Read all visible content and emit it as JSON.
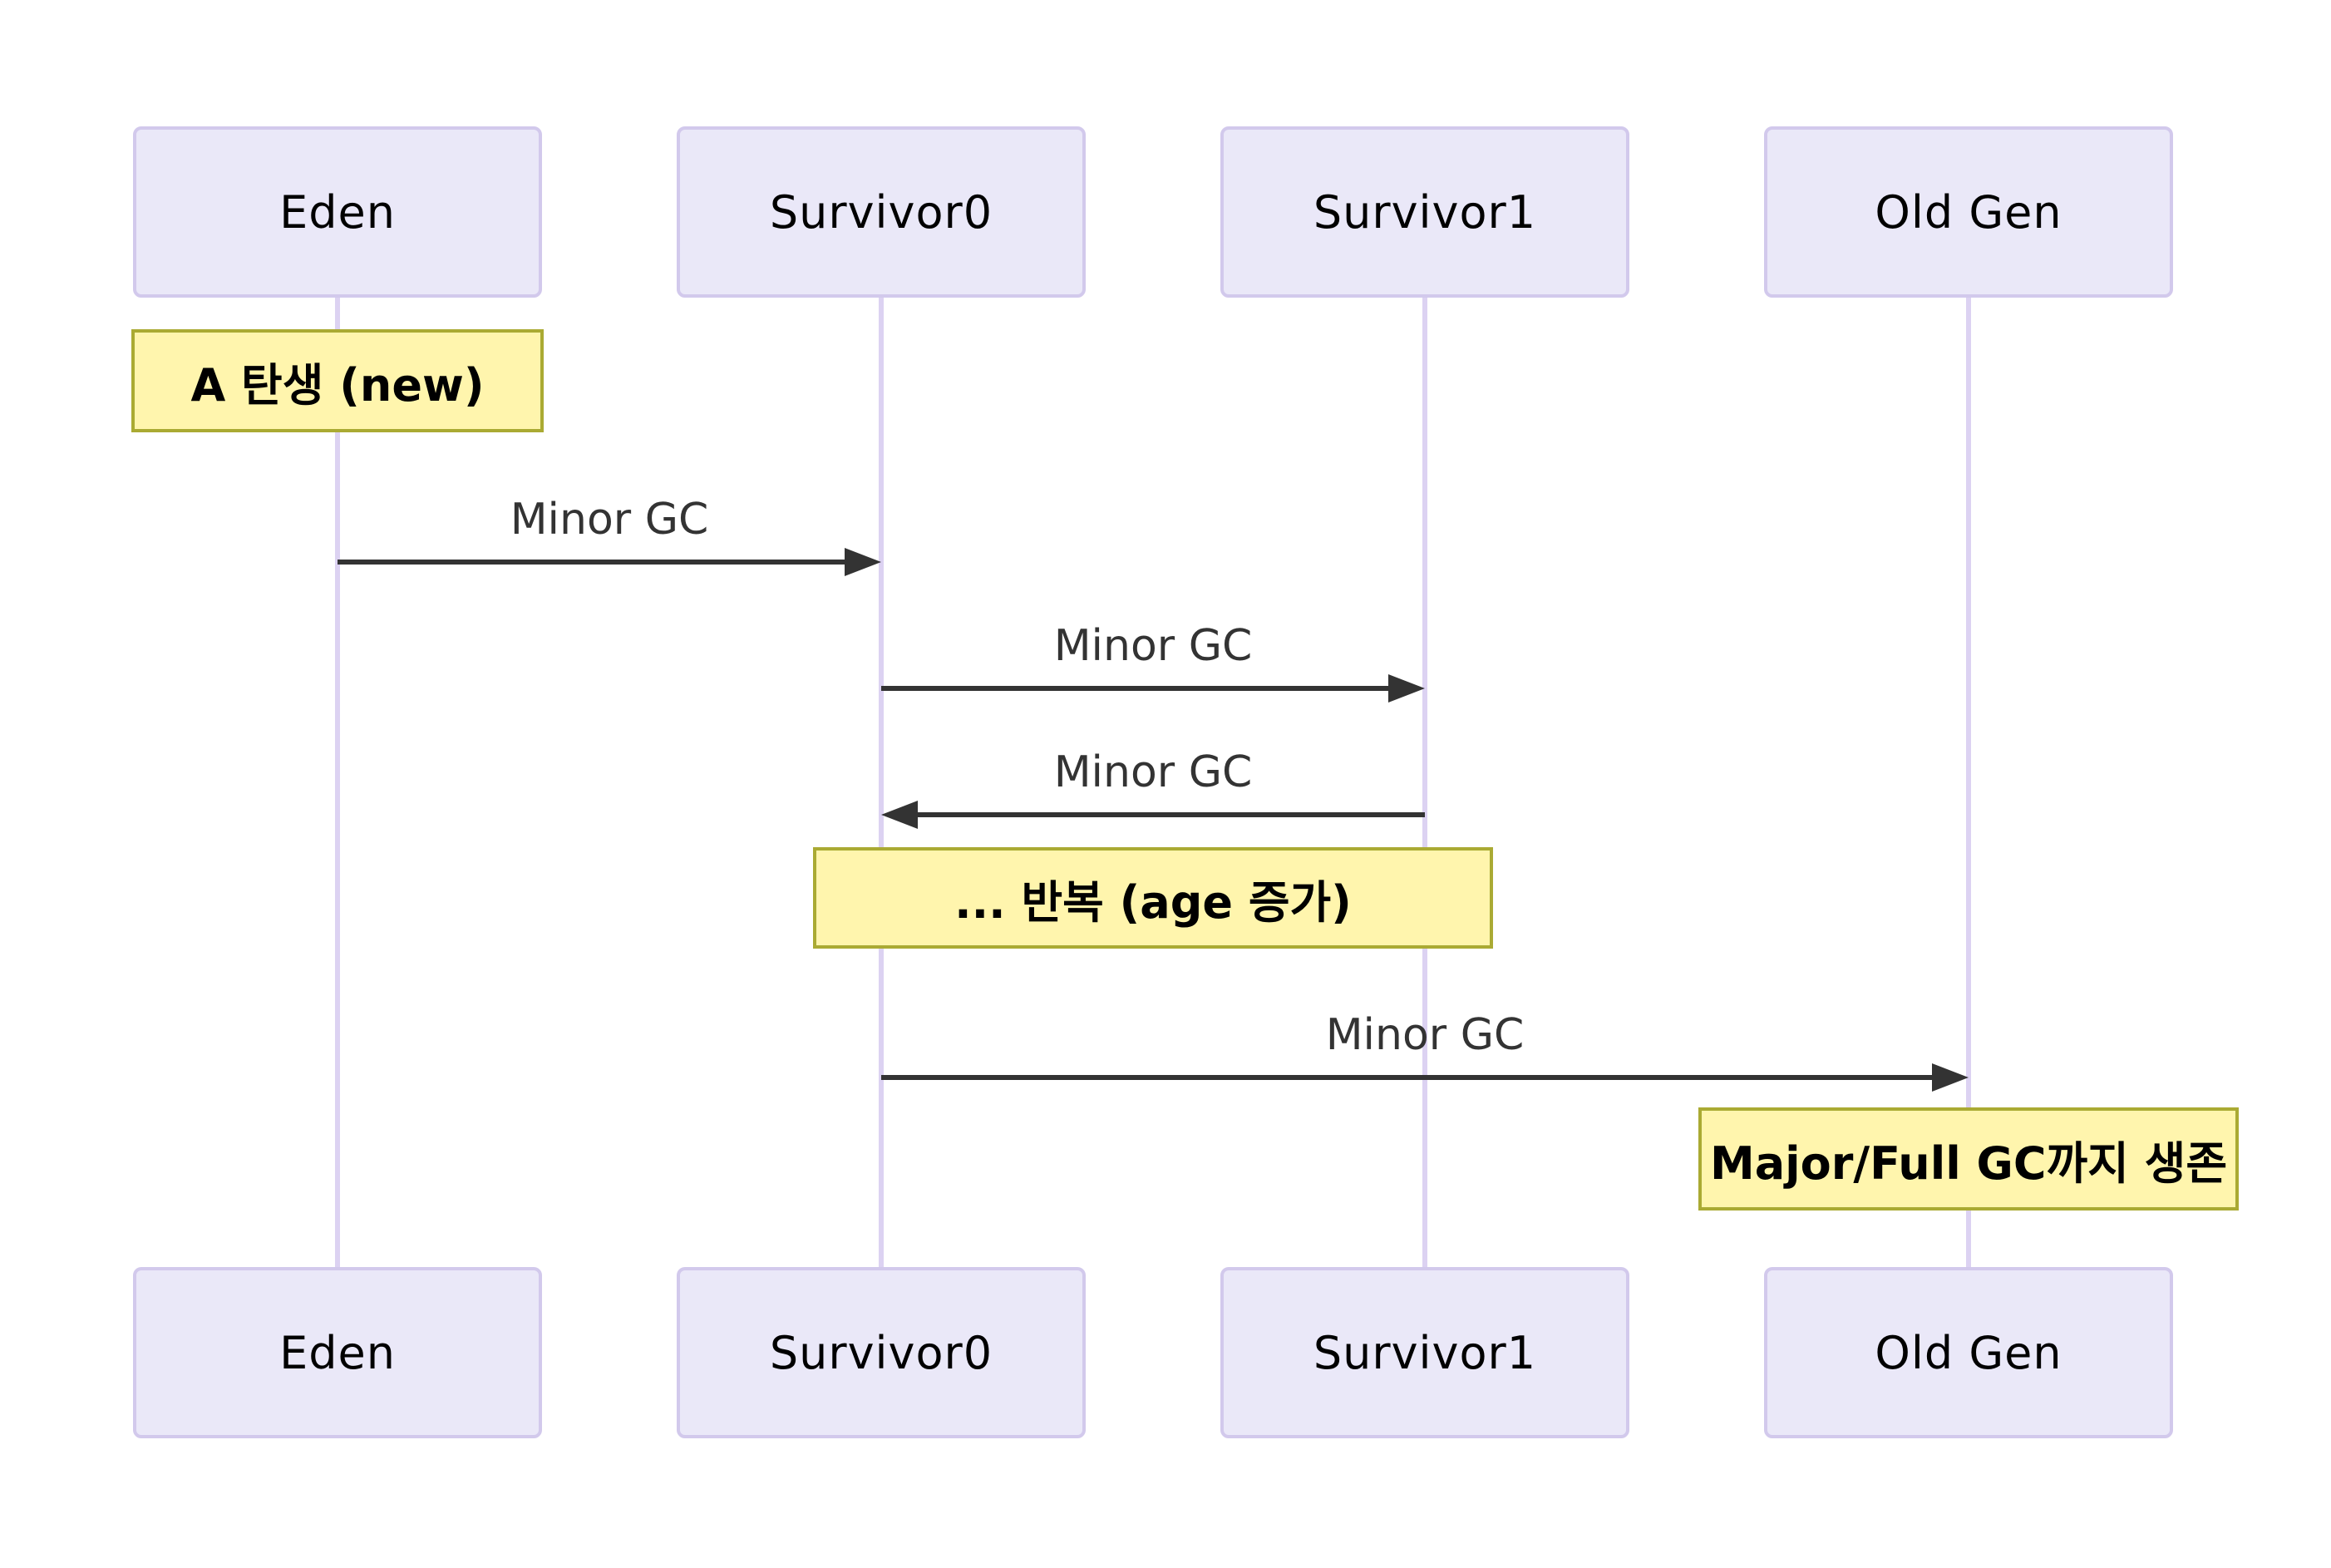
{
  "diagram": {
    "kind": "sequence-diagram",
    "participants": [
      {
        "id": "eden",
        "label": "Eden"
      },
      {
        "id": "survivor0",
        "label": "Survivor0"
      },
      {
        "id": "survivor1",
        "label": "Survivor1"
      },
      {
        "id": "oldgen",
        "label": "Old Gen"
      }
    ],
    "messages": [
      {
        "from": "Eden",
        "to": "Survivor0",
        "label": "Minor GC",
        "direction": "right"
      },
      {
        "from": "Survivor0",
        "to": "Survivor1",
        "label": "Minor GC",
        "direction": "right"
      },
      {
        "from": "Survivor1",
        "to": "Survivor0",
        "label": "Minor GC",
        "direction": "left"
      },
      {
        "from": "Survivor0",
        "to": "Old Gen",
        "label": "Minor GC",
        "direction": "right"
      }
    ],
    "notes": [
      {
        "over": "Eden",
        "text": "A 탄생 (new)"
      },
      {
        "over": "Survivor0,Survivor1",
        "text": "... 반복 (age 증가)"
      },
      {
        "over": "Old Gen",
        "text": "Major/Full GC까지 생존"
      }
    ],
    "colors": {
      "background": "#FFFFFF",
      "actor_fill": "#EAE8F8",
      "actor_border": "#D2C9EC",
      "lifeline": "#DCD2F2",
      "note_fill": "#FFF5AD",
      "note_border": "#AAAA33",
      "message_line": "#333333",
      "message_text": "#333333",
      "actor_text": "#000000"
    }
  }
}
